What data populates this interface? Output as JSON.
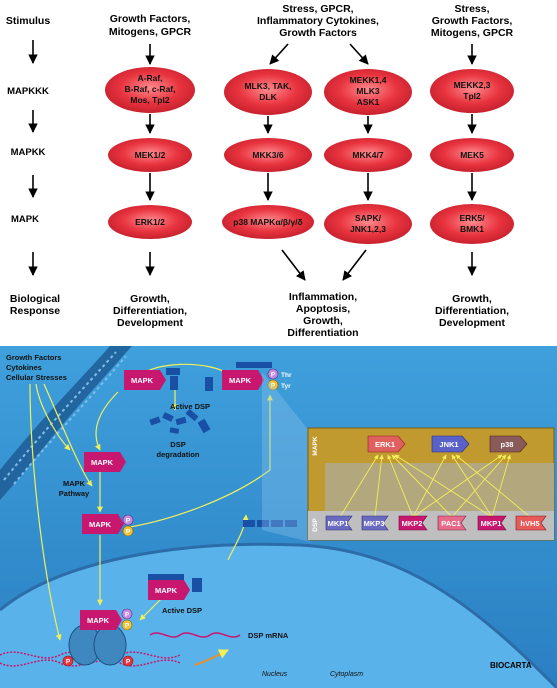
{
  "top": {
    "stimulus_label": "Stimulus",
    "mapkkk_label": "MAPKKK",
    "mapkk_label": "MAPKK",
    "mapk_label": "MAPK",
    "response_label": [
      "Biological",
      "Response"
    ],
    "col1": {
      "header": [
        "Growth Factors,",
        "Mitogens, GPCR"
      ],
      "mapkkk": [
        "A-Raf,",
        "B-Raf, c-Raf,",
        "Mos, Tpl2"
      ],
      "mapkk": "MEK1/2",
      "mapk": "ERK1/2",
      "response": [
        "Growth,",
        "Differentiation,",
        "Development"
      ]
    },
    "col23": {
      "header": [
        "Stress, GPCR,",
        "Inflammatory Cytokines,",
        "Growth Factors"
      ],
      "mapkkk_a": [
        "MLK3, TAK,",
        "DLK"
      ],
      "mapkkk_b": [
        "MEKK1,4",
        "MLK3",
        "ASK1"
      ],
      "mapkk_a": "MKK3/6",
      "mapkk_b": "MKK4/7",
      "mapk_a": "p38 MAPKα/β/γ/δ",
      "mapk_b": [
        "SAPK/",
        "JNK1,2,3"
      ],
      "response": [
        "Inflammation,",
        "Apoptosis,",
        "Growth,",
        "Differentiation"
      ]
    },
    "col4": {
      "header": [
        "Stress,",
        "Growth Factors,",
        "Mitogens, GPCR"
      ],
      "mapkkk": [
        "MEKK2,3",
        "Tpl2"
      ],
      "mapkk": "MEK5",
      "mapk": [
        "ERK5/",
        "BMK1"
      ],
      "response": [
        "Growth,",
        "Differentiation,",
        "Development"
      ]
    }
  },
  "bottom": {
    "stimuli": [
      "Growth Factors",
      "Cytokines",
      "Cellular Stresses"
    ],
    "mapk_label": "MAPK",
    "p_label": "P",
    "thr_label": "Thr",
    "tyr_label": "Tyr",
    "active_dsp": "Active DSP",
    "dsp_degradation": [
      "DSP",
      "degradation"
    ],
    "mapk_pathway": [
      "MAPK",
      "Pathway"
    ],
    "dsp_mrna": "DSP mRNA",
    "nucleus": "Nucleus",
    "cytoplasm": "Cytoplasm",
    "watermark": "BIOCARTA",
    "panel": {
      "mapk_side": "MAPK",
      "dsp_side": "DSP",
      "kinases": [
        "ERK1",
        "JNK1",
        "p38"
      ],
      "phosphatases": [
        "MKP1",
        "MKP3",
        "MKP2",
        "PAC1",
        "MKP1",
        "hVH5"
      ]
    }
  },
  "colors": {
    "ellipse": "#e8343f",
    "cell_bg": "#2f8fd0",
    "nucleus": "#5ab2ea",
    "mapk": "#c8176f",
    "dsp_block": "#1a4fa6",
    "arrow": "#f2ef5a",
    "panel_gold": "#c09a2f",
    "panel_inner": "#b3a77d"
  }
}
